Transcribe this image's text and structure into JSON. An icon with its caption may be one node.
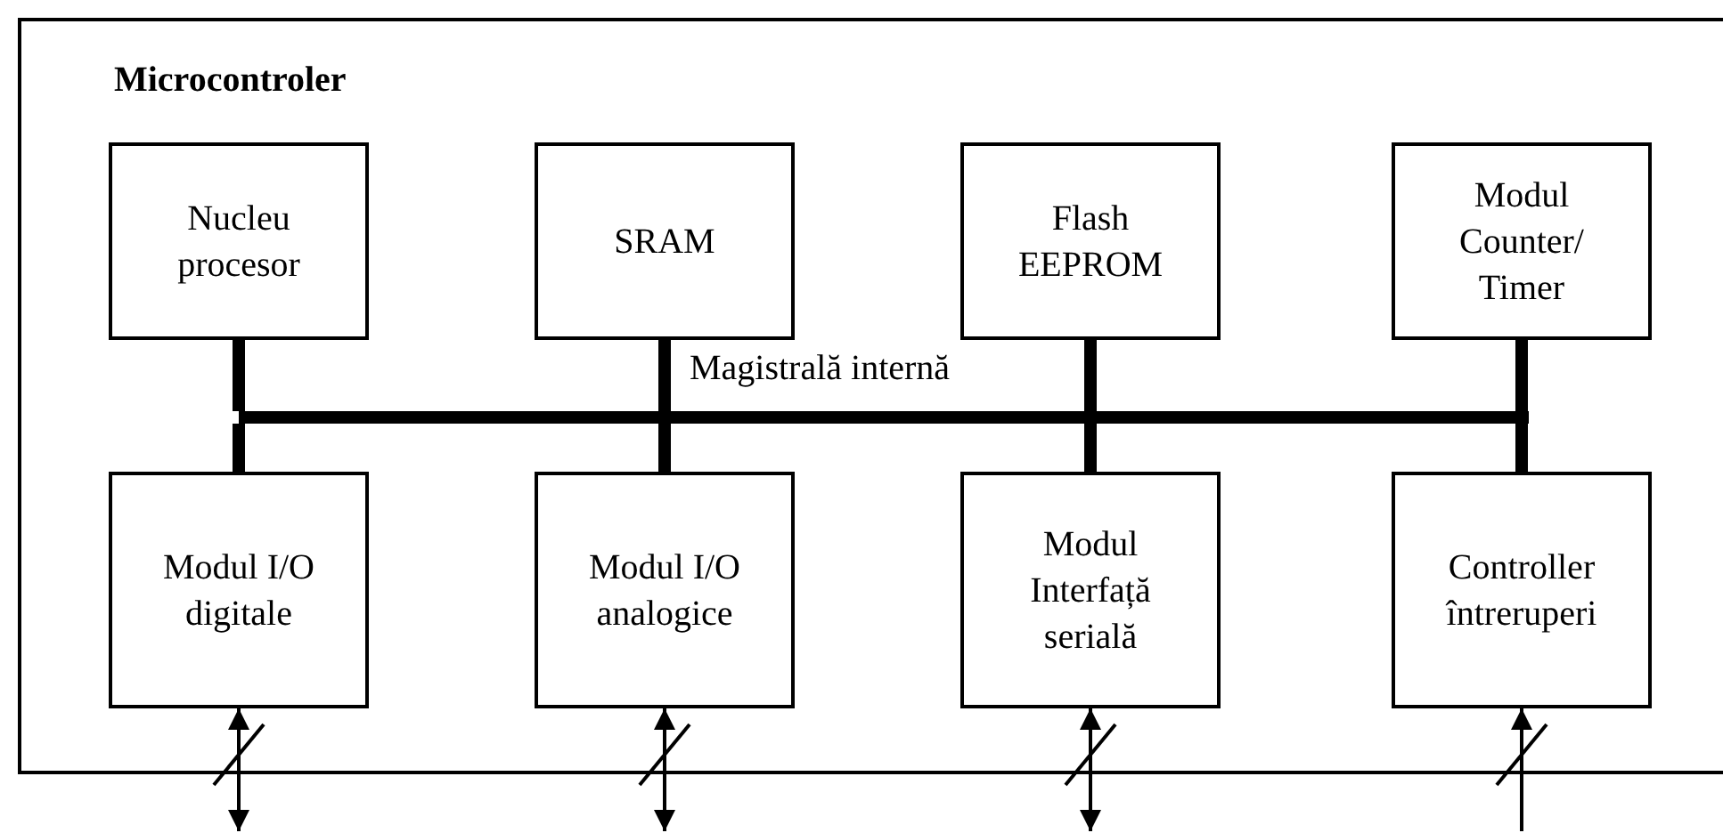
{
  "diagram": {
    "nodes": [
      {
        "text": [
          "Microcontroler"
        ]
      },
      {
        "text": [
          "Nucleu procesor"
        ],
        "in": 0
      },
      {
        "text": [
          "SRAM"
        ],
        "in": 0
      },
      {
        "text": [
          "Flash EEPROM"
        ],
        "in": 0
      },
      {
        "text": [
          "Modul Counter/ Timer"
        ],
        "in": 0
      },
      {
        "text": [],
        "shape": "bar",
        "in": 0,
        "beside": [
          "Magistrală internă"
        ]
      },
      {
        "text": [
          "Modul I/O digitale"
        ],
        "in": 0
      },
      {
        "text": [
          "Modul I/O analogice"
        ],
        "in": 0
      },
      {
        "text": [
          "Modul Interfață serială"
        ],
        "in": 0
      },
      {
        "text": [
          "Controller întreruperi"
        ],
        "in": 0
      }
    ],
    "edges": [
      {
        "from": 1,
        "to": 5,
        "arrow": "none"
      },
      {
        "from": 2,
        "to": 5,
        "arrow": "none"
      },
      {
        "from": 3,
        "to": 5,
        "arrow": "none"
      },
      {
        "from": 4,
        "to": 5,
        "arrow": "none"
      },
      {
        "from": 5,
        "to": 6,
        "arrow": "none"
      },
      {
        "from": 5,
        "to": 7,
        "arrow": "none"
      },
      {
        "from": 5,
        "to": 8,
        "arrow": "none"
      },
      {
        "from": 5,
        "to": 9,
        "arrow": "none"
      },
      {
        "from": 6,
        "to": null,
        "arrow": "both"
      },
      {
        "from": 7,
        "to": null,
        "arrow": "both"
      },
      {
        "from": 8,
        "to": null,
        "arrow": "both"
      },
      {
        "from": null,
        "to": 9,
        "arrow": "to"
      }
    ]
  }
}
